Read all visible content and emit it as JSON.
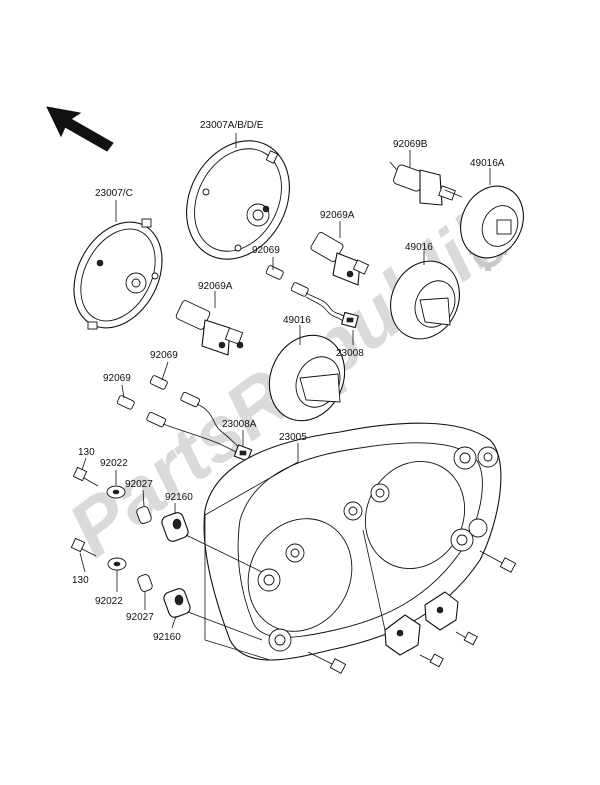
{
  "watermark": "PartsRepublik",
  "labels": {
    "p23007abde": "23007A/B/D/E",
    "p23007c": "23007/C",
    "p92069b": "92069B",
    "p49016a": "49016A",
    "p92069a_top": "92069A",
    "p92069_mid": "92069",
    "p49016_right": "49016",
    "p92069a_left": "92069A",
    "p49016_center": "49016",
    "p23008": "23008",
    "p92069_a": "92069",
    "p92069_b": "92069",
    "p23008a": "23008A",
    "p23005": "23005",
    "p130_top": "130",
    "p92022_top": "92022",
    "p92027_top": "92027",
    "p92160_top": "92160",
    "p130_bot": "130",
    "p92022_bot": "92022",
    "p92027_bot": "92027",
    "p92160_bot": "92160"
  },
  "icons": {
    "front_arrow": "front-direction-arrow-icon",
    "gear": "gear-watermark-icon"
  }
}
